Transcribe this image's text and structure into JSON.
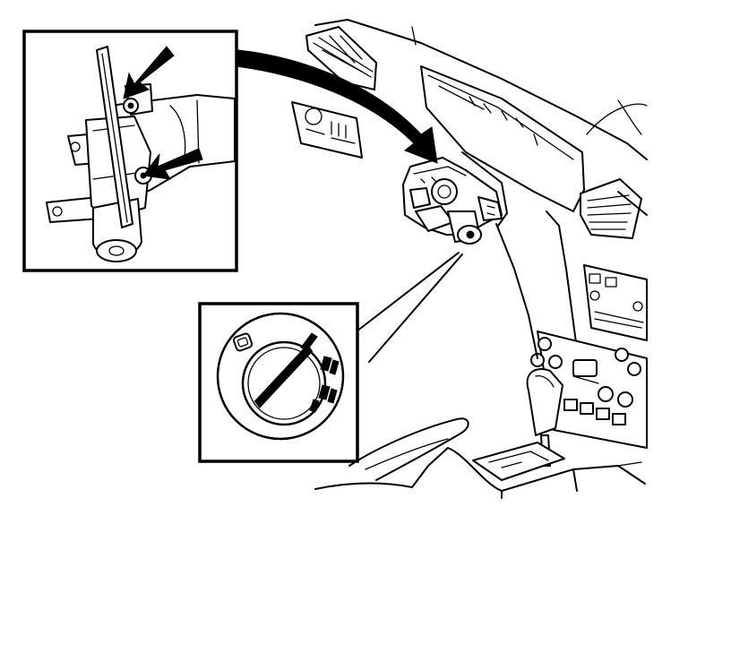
{
  "figure": {
    "kind": "line-art service illustration",
    "line_color": "#000000",
    "background_color": "#ffffff",
    "icons": [
      "steering-column-detail",
      "ignition-key-cylinder",
      "bolt-arrow",
      "pointer-arrow"
    ]
  }
}
